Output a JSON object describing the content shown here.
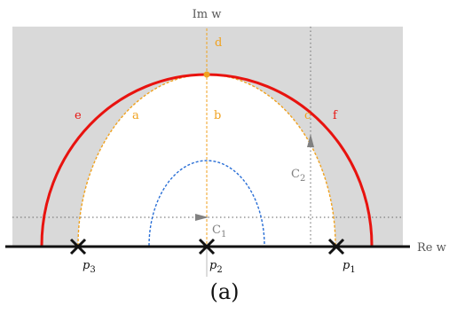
{
  "axes": {
    "imaginary_label": "Im w",
    "real_label": "Re w"
  },
  "poles": [
    {
      "symbol": "p",
      "sub": "3"
    },
    {
      "symbol": "p",
      "sub": "2"
    },
    {
      "symbol": "p",
      "sub": "1"
    }
  ],
  "curve_labels": {
    "a": "a",
    "b": "b",
    "c": "c",
    "d": "d",
    "e": "e",
    "f": "f"
  },
  "contours": [
    {
      "symbol": "C",
      "sub": "1"
    },
    {
      "symbol": "C",
      "sub": "2"
    }
  ],
  "caption": "(a)",
  "colors": {
    "shaded_region": "#d9d9d9",
    "outer_arc": "#e8130f",
    "inner_arc": "#f0a21f",
    "small_arc": "#2a6fd6",
    "contour_gray": "#808080",
    "axis": "#111111",
    "pole_marker": "#111111"
  }
}
